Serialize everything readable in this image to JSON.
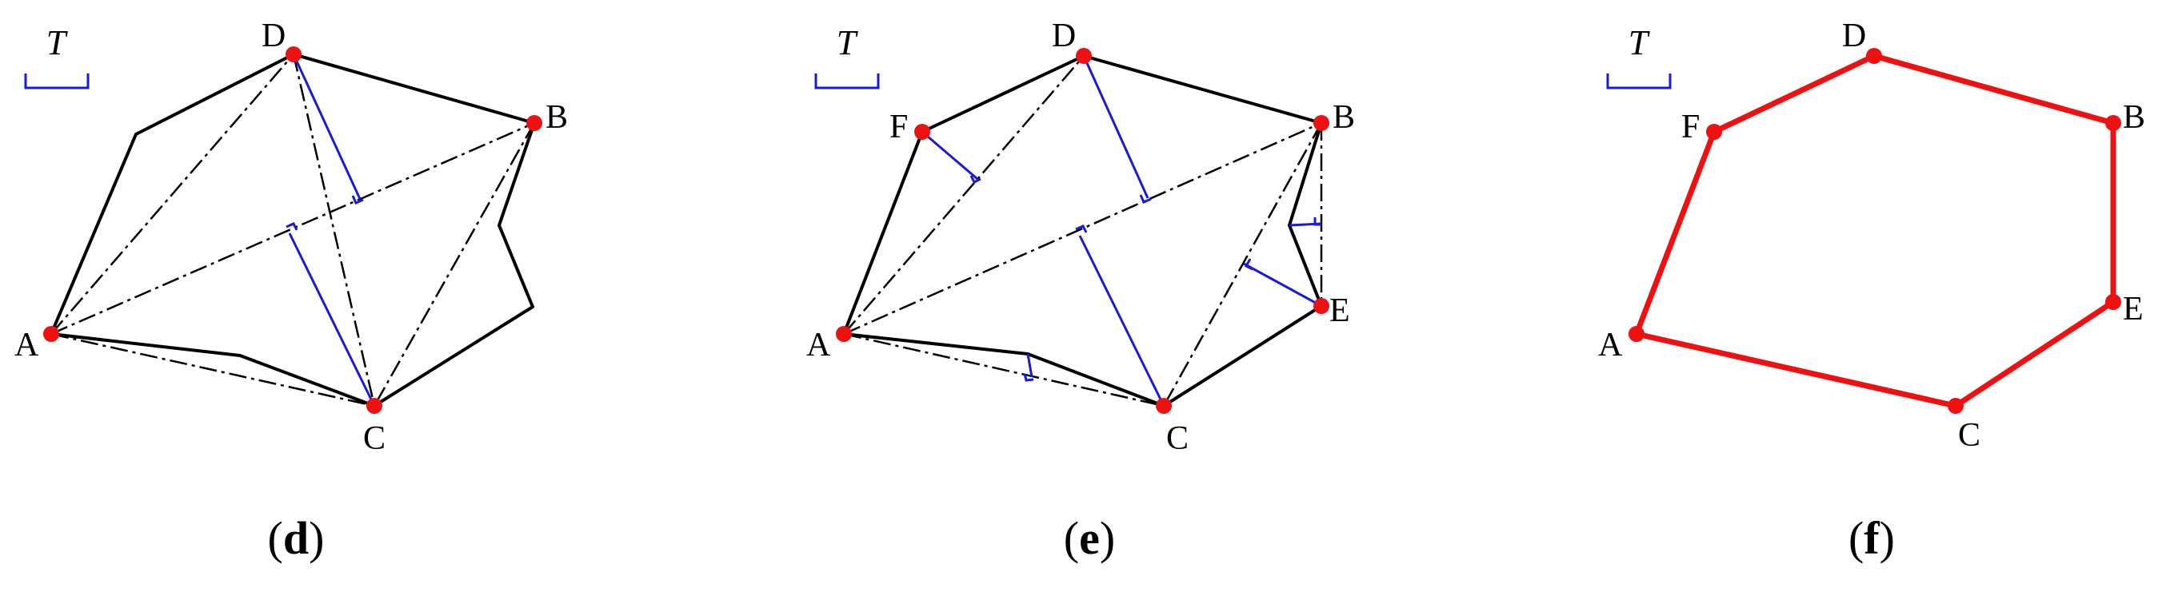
{
  "panels": [
    {
      "id": "d",
      "caption_letter": "d",
      "scale_label": "T",
      "labels": {
        "A": "A",
        "B": "B",
        "C": "C",
        "D": "D"
      }
    },
    {
      "id": "e",
      "caption_letter": "e",
      "scale_label": "T",
      "labels": {
        "A": "A",
        "B": "B",
        "C": "C",
        "D": "D",
        "E": "E",
        "F": "F"
      }
    },
    {
      "id": "f",
      "caption_letter": "f",
      "scale_label": "T",
      "labels": {
        "A": "A",
        "B": "B",
        "C": "C",
        "D": "D",
        "E": "E",
        "F": "F"
      }
    }
  ],
  "colors": {
    "outline": "#000000",
    "perpendicular": "#1a1adb",
    "point": "#ee1111",
    "result_polygon": "#ee1111"
  }
}
